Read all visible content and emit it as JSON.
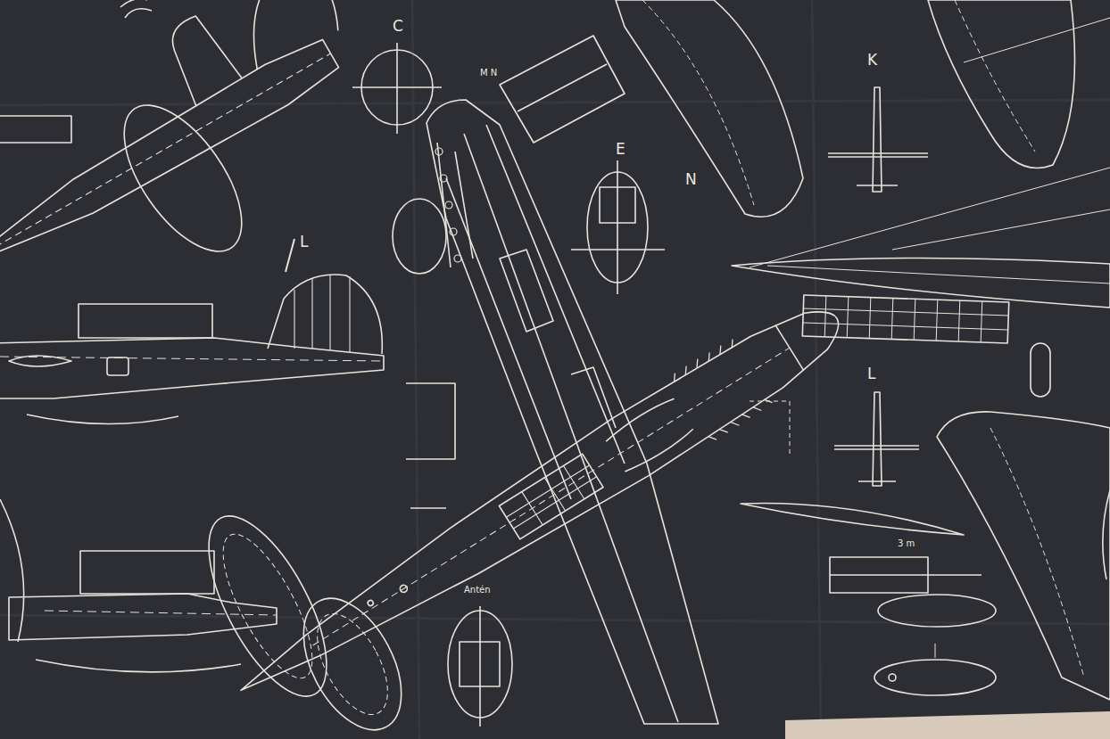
{
  "diagram": {
    "labels": [
      "C",
      "M N",
      "E",
      "K",
      "N",
      "L",
      "L",
      "3 m",
      "Antén"
    ]
  }
}
